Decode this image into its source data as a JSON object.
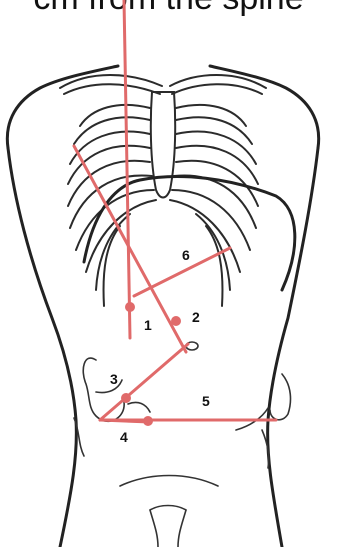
{
  "caption": "cm from the spine",
  "labels": {
    "l1": "1",
    "l2": "2",
    "l3": "3",
    "l4": "4",
    "l5": "5",
    "l6": "6"
  },
  "colors": {
    "incision": "#e06a6a",
    "outline": "#222222"
  }
}
